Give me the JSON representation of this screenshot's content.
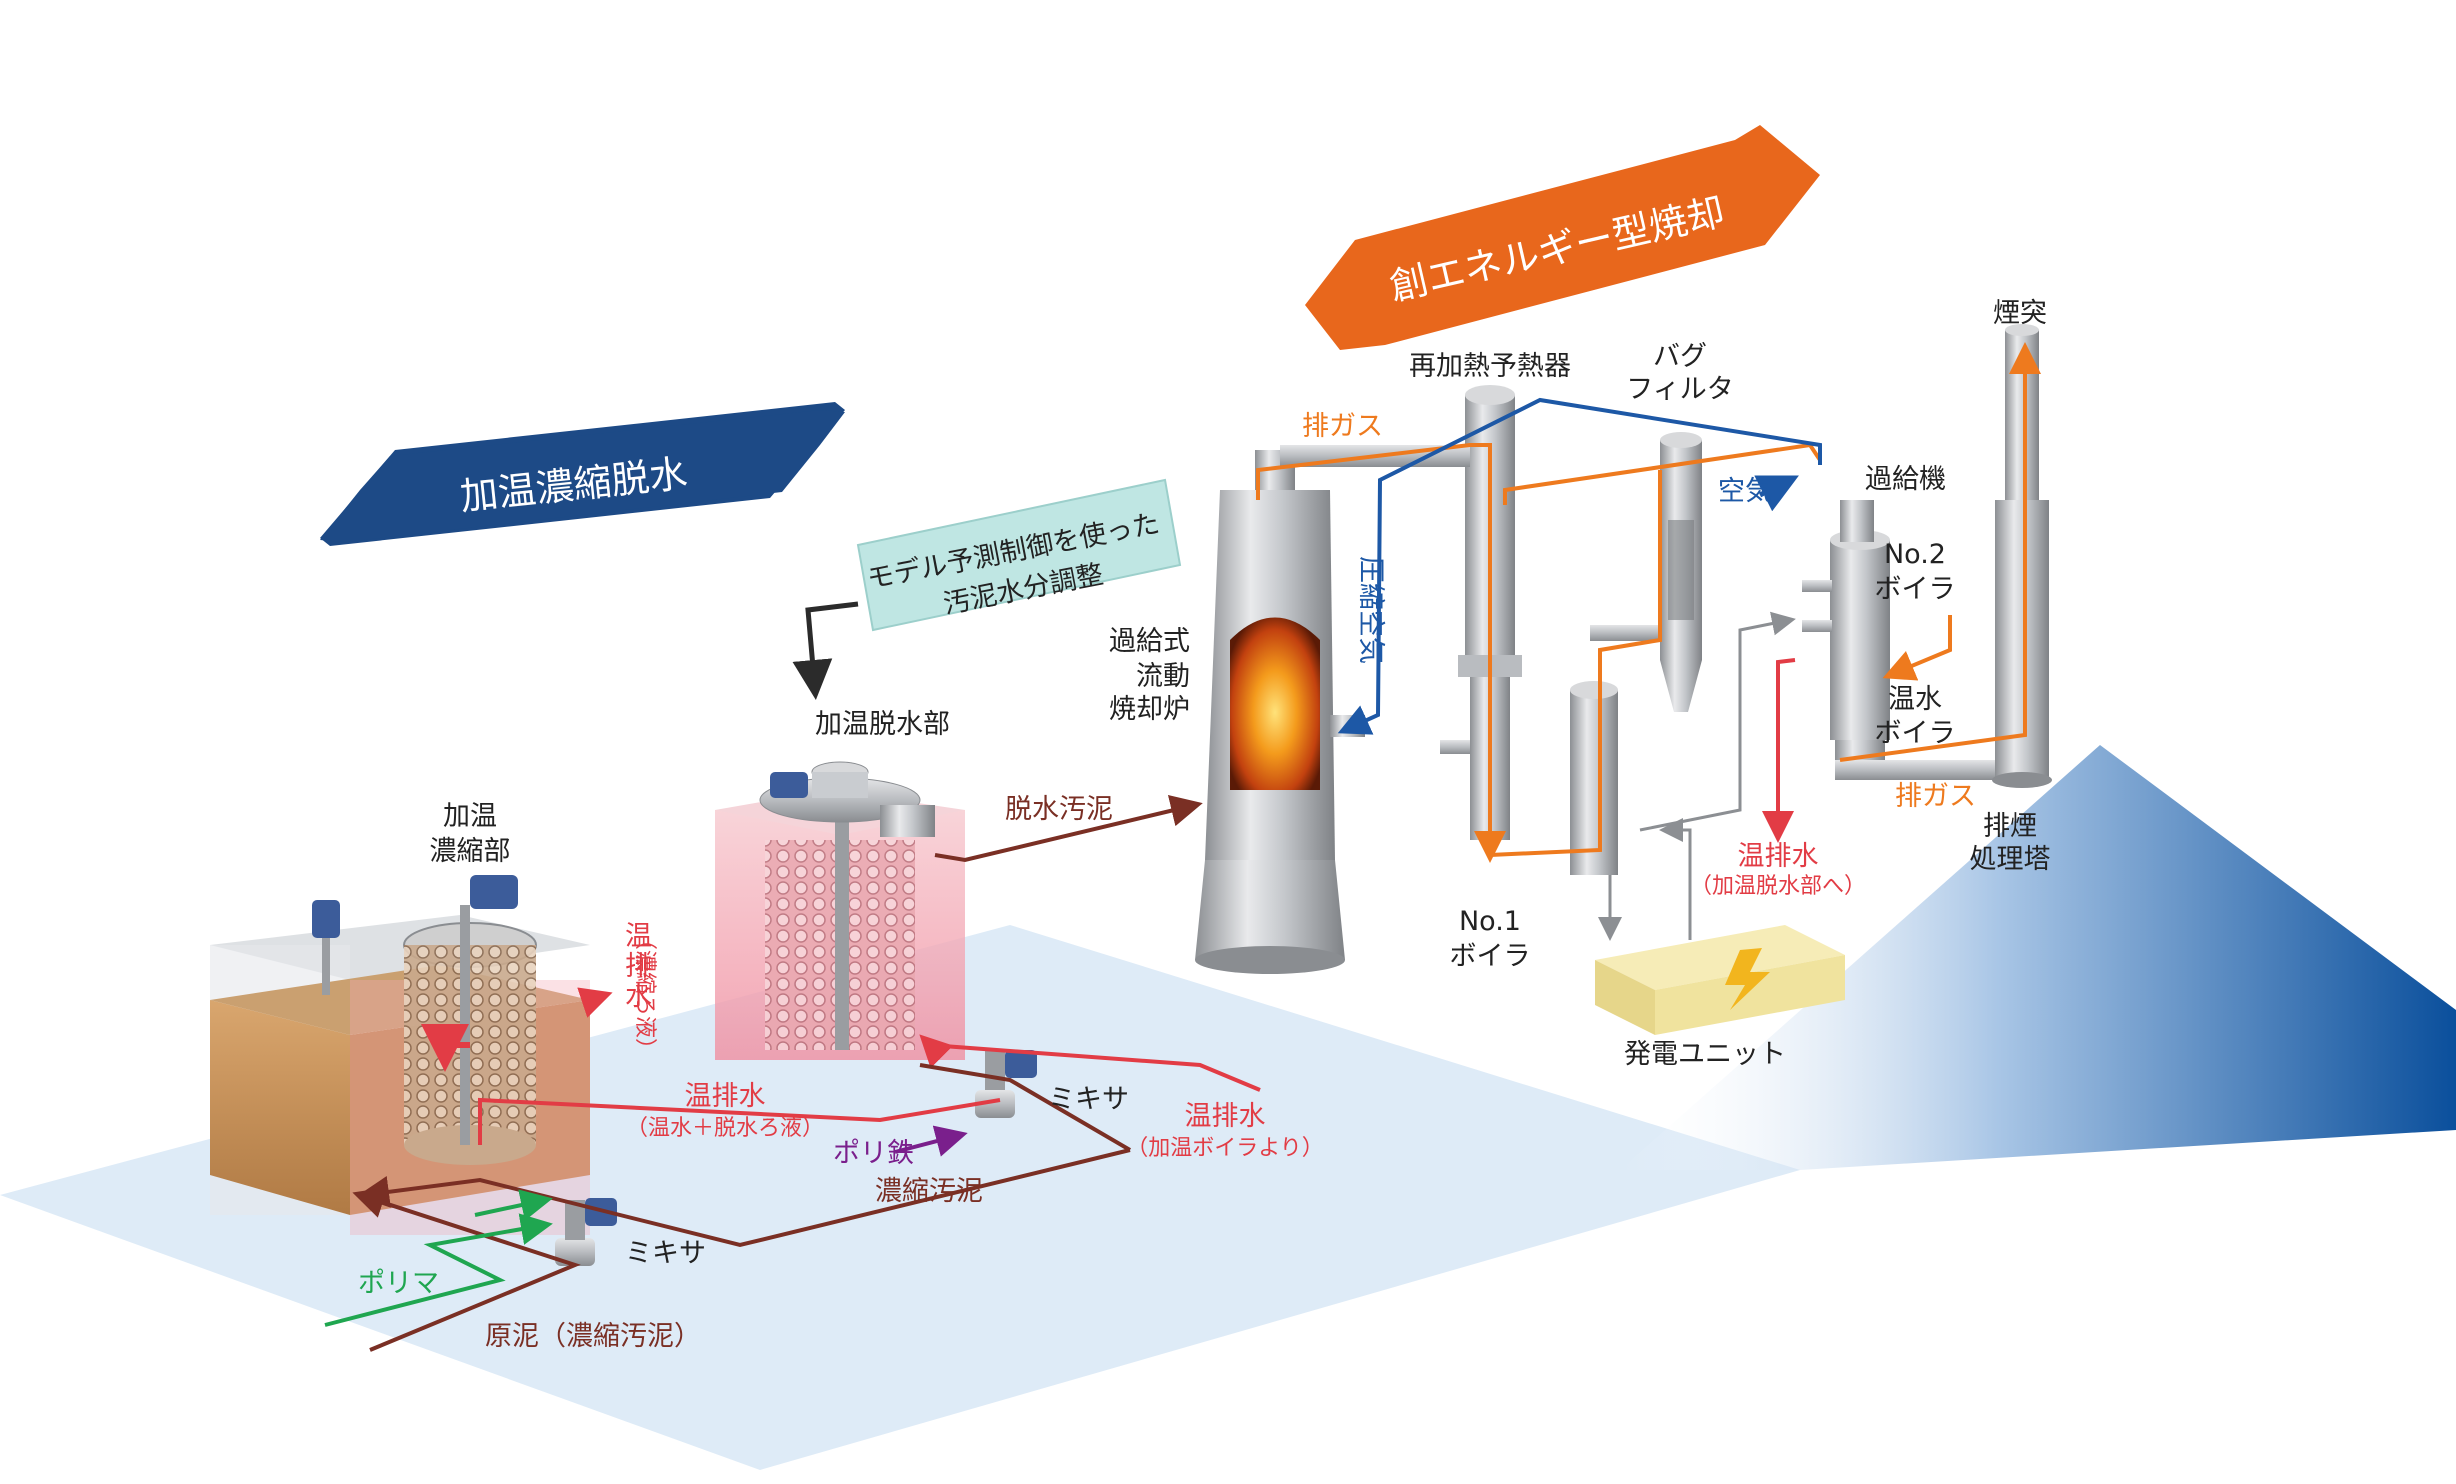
{
  "banners": {
    "dewater": "加温濃縮脱水",
    "incinerate": "創エネルギー型焼却"
  },
  "model_box": {
    "line1": "モデル予測制御を使った",
    "line2": "汚泥水分調整"
  },
  "labels": {
    "heat_dewater_unit": "加温脱水部",
    "heat_thicken_unit_1": "加温",
    "heat_thicken_unit_2": "濃縮部",
    "warm_drain_vert_1": "温",
    "warm_drain_vert_2": "排",
    "warm_drain_vert_3": "水",
    "thicken_filtrate_vert": "（濃縮ろ液）",
    "furnace_1": "過給式",
    "furnace_2": "流動",
    "furnace_3": "焼却炉",
    "reheater": "再加熱予熱器",
    "bag_filter_1": "バグ",
    "bag_filter_2": "フィルタ",
    "supercharger": "過給機",
    "stack": "煙突",
    "boiler2_1": "No.2",
    "boiler2_2": "ボイラ",
    "hot_water_boiler_1": "温水",
    "hot_water_boiler_2": "ボイラ",
    "exhaust_tower_1": "排煙",
    "exhaust_tower_2": "処理塔",
    "boiler1_1": "No.1",
    "boiler1_2": "ボイラ",
    "power_unit": "発電ユニット",
    "flue_gas_top": "排ガス",
    "flue_gas_bottom": "排ガス",
    "air": "空気",
    "compressed_air": "圧縮空気",
    "dewatered_sludge": "脱水汚泥",
    "warm_drain_to_dewater_1": "温排水",
    "warm_drain_to_dewater_2": "（加温脱水部へ）",
    "warm_drain_mix_1": "温排水",
    "warm_drain_mix_2": "（温水＋脱水ろ液）",
    "warm_drain_boiler_1": "温排水",
    "warm_drain_boiler_2": "（加温ボイラより）",
    "mixer_upper": "ミキサ",
    "mixer_lower": "ミキサ",
    "poly_iron": "ポリ鉄",
    "thickened_sludge": "濃縮汚泥",
    "polymer": "ポリマ",
    "raw_sludge": "原泥（濃縮汚泥）"
  },
  "colors": {
    "banner_blue": "#1d4a86",
    "banner_orange": "#e8671c",
    "flue_gas": "#ee7a1e",
    "air": "#1d58a6",
    "warm_water": "#e23c45",
    "sludge": "#7a2f24",
    "polymer": "#1fa650",
    "poly_iron": "#7a1f8c",
    "model_box": "#bfe6e3",
    "power_unit": "#f0e39e"
  }
}
